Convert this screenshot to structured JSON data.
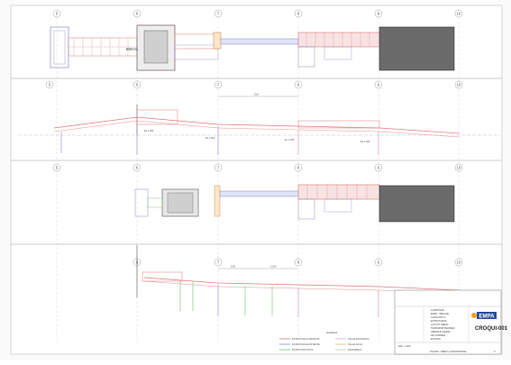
{
  "drawing": {
    "axes": [
      "5",
      "6",
      "7",
      "8",
      "9",
      "10"
    ],
    "plan_label": "BIN-01",
    "dimension_1": "25,0",
    "dimension_2": "9,00",
    "dimension_3": "12,00",
    "level_1": "EL 1.380",
    "level_2": "EL 1.300",
    "level_3": "EL 1.265",
    "level_4": "EL 1.305"
  },
  "legend": {
    "title": "LEGENDA",
    "items": [
      {
        "label": "ESTRUTURA A DEMOLIR",
        "color": "#e07a7a"
      },
      {
        "label": "ESTRUTURA EXISTENTE",
        "color": "#8a8ad0"
      },
      {
        "label": "ESTRUTURA NOVA",
        "color": "#6fbf6f"
      },
      {
        "label": "TELHA EXISTENTE",
        "color": "#d9a3d9"
      },
      {
        "label": "TELHA NOVA",
        "color": "#e0c070"
      },
      {
        "label": "PASSARELA",
        "color": "#c8c8c8"
      }
    ]
  },
  "title_block": {
    "lines": [
      "A APROVAR",
      "EMPA - MINA DE",
      "CONJUNTO 1",
      "ESTRUTURAS",
      "LAYOUT GERAL",
      "TRANSPORTADORES",
      "ARRANJO GERAL",
      "DE CORREIA",
      "ESTUDO"
    ],
    "company": "EMPA",
    "code": "CROQUI-001",
    "scale": "ESC. 1:200",
    "sheet_title": "PLANTA - PERFIL LONGITUDINAL",
    "rev": "0"
  },
  "colors": {
    "demolish": "#e07a7a",
    "existing": "#8a8ad0",
    "new": "#6fbf6f",
    "roof_dark": "#6a6a6a",
    "logo_blue": "#2a4f9a",
    "logo_orange": "#f3a21b"
  }
}
